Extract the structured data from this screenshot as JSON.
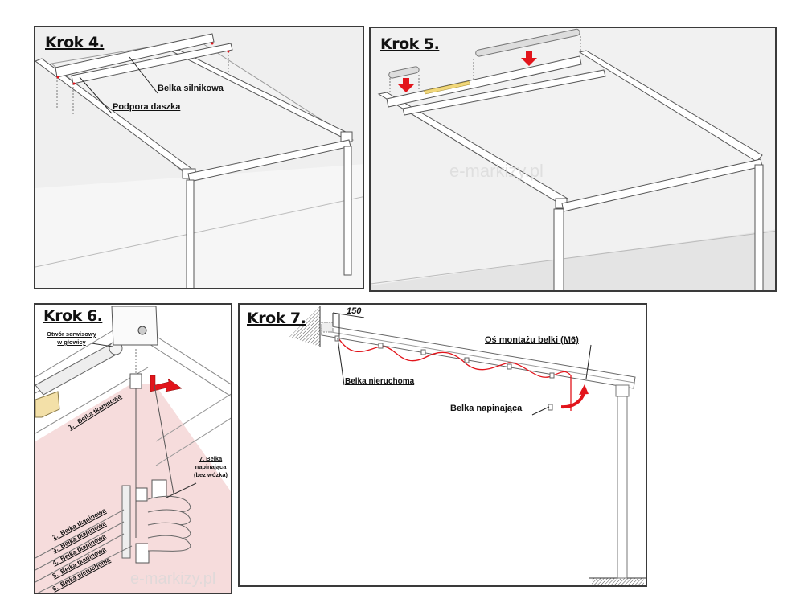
{
  "watermark": "e-markizy.pl",
  "colors": {
    "arrow_red": "#e2141b",
    "fabric_pink": "#f6dcdc",
    "fabric_line": "#e0403a",
    "wood": "#f3e0a8",
    "yellow_bar": "#f1d77a",
    "wall_gray": "#eeeeee"
  },
  "steps": [
    {
      "title": "Krok 4.",
      "labels": {
        "motor_beam": "Belka silnikowa",
        "roof_support": "Podpora daszka"
      }
    },
    {
      "title": "Krok 5.",
      "icons": [
        "down-arrow-icon",
        "down-arrow-icon"
      ]
    },
    {
      "title": "Krok 6.",
      "labels": {
        "service_hole_line1": "Otwór serwisowy",
        "service_hole_line2": "w głowicy",
        "tension_beam_line1": "7. Belka",
        "tension_beam_line2": "napinająca",
        "tension_beam_line3": "(bez wózka)"
      },
      "beams": [
        {
          "num": "1.",
          "name": "Belka tkaninowa"
        },
        {
          "num": "2.",
          "name": "Belka tkaninowa"
        },
        {
          "num": "3.",
          "name": "Belka tkaninowa"
        },
        {
          "num": "4.",
          "name": "Belka tkaninowa"
        },
        {
          "num": "5.",
          "name": "Belka tkaninowa"
        },
        {
          "num": "6.",
          "name": "Belka nieruchoma"
        }
      ]
    },
    {
      "title": "Krok 7.",
      "labels": {
        "dimension": "150",
        "fixed_beam": "Belka nieruchoma",
        "mount_axis": "Oś montażu belki (M6)",
        "tension_beam": "Belka napinająca"
      }
    }
  ]
}
